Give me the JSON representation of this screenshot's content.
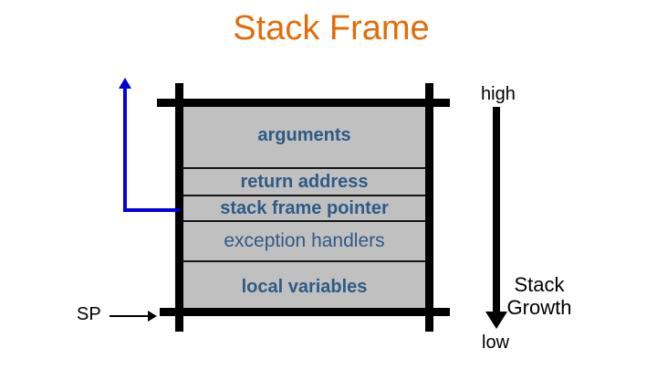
{
  "slide": {
    "title": "Stack Frame"
  },
  "diagram": {
    "memory_labels": {
      "high": "high",
      "low": "low"
    },
    "stack_pointer_label": "SP",
    "growth_label": "Stack Growth",
    "frame_rows": [
      {
        "label": "arguments"
      },
      {
        "label": "return address"
      },
      {
        "label": "stack frame pointer"
      },
      {
        "label": "exception handlers"
      },
      {
        "label": "local variables"
      }
    ]
  },
  "colors": {
    "title_orange": "#E36C09",
    "row_label_blue": "#2E5A87",
    "pointer_arrow_blue": "#0000E0",
    "frame_fill_gray": "#C0C0C0",
    "bar_black": "#000000"
  }
}
